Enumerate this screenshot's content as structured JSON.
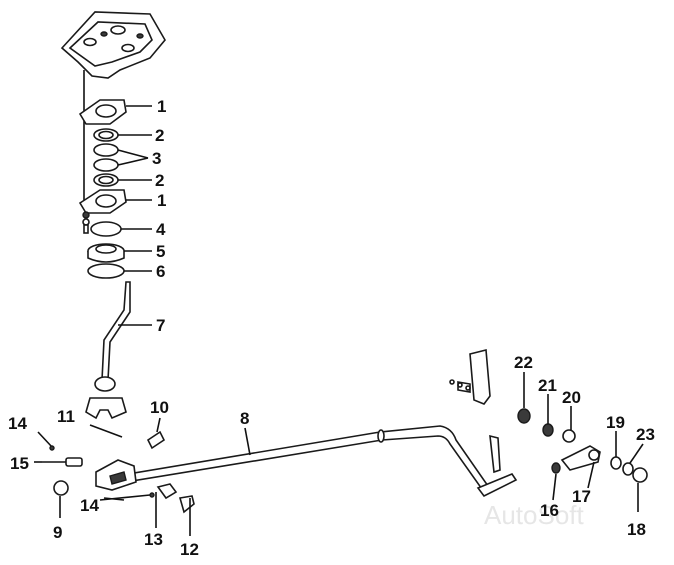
{
  "watermark": "AutoSoft",
  "callouts": {
    "c1a": "1",
    "c2a": "2",
    "c3": "3",
    "c2b": "2",
    "c1b": "1",
    "c4": "4",
    "c5": "5",
    "c6": "6",
    "c7": "7",
    "c8": "8",
    "c10": "10",
    "c11": "11",
    "c12": "12",
    "c13": "13",
    "c14a": "14",
    "c14b": "14",
    "c15": "15",
    "c16": "16",
    "c17": "17",
    "c18": "18",
    "c19": "19",
    "c20": "20",
    "c21": "21",
    "c22": "22",
    "c23": "23",
    "c9": "9"
  }
}
